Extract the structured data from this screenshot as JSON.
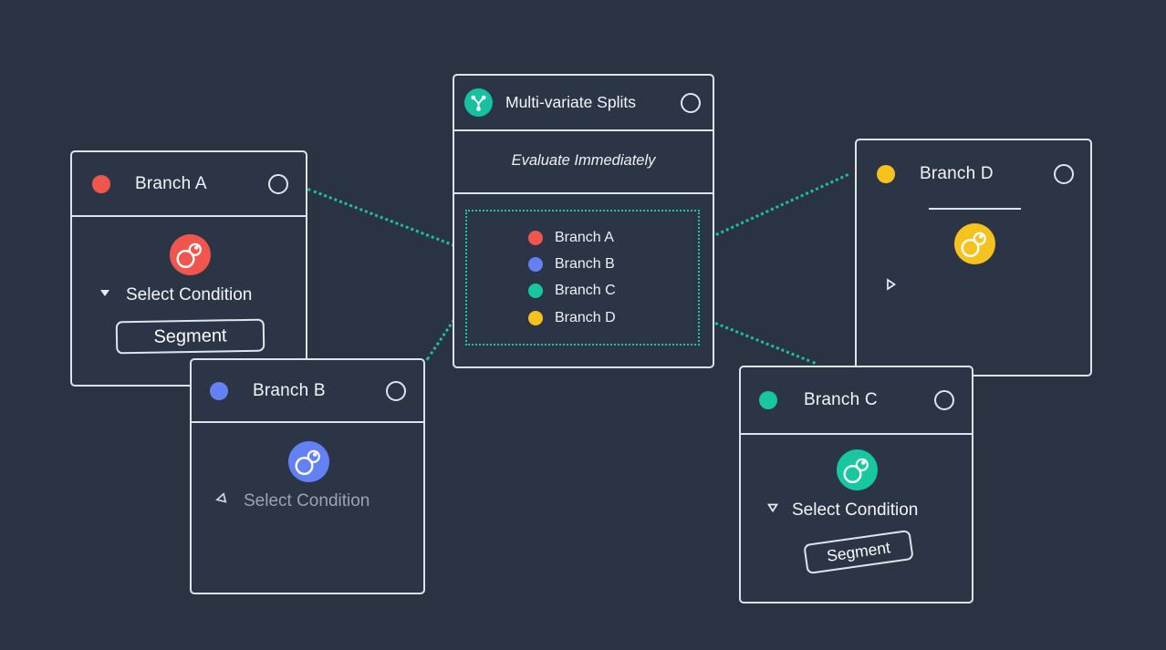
{
  "colors": {
    "background": "#2a3342",
    "card_background": "#2b3546",
    "card_border": "#dce3ec",
    "connector_dotted": "#1dbfa4",
    "branch_a": "#f0564e",
    "branch_b": "#6480f5",
    "branch_c": "#17c79f",
    "branch_d": "#f6c21e",
    "split_icon_background": "#17c0a0"
  },
  "icons": {
    "center_header": "split-branch-icon",
    "branch_body": "segment-circles-icon",
    "header_port": "connection-port-circle",
    "chevron_a": "chevron-down-filled",
    "chevron_b": "triangle-left-outline",
    "chevron_c": "triangle-down-outline",
    "chevron_d": "triangle-right-outline"
  },
  "center_node": {
    "title": "Multi-variate Splits",
    "evaluate_label": "Evaluate Immediately",
    "branches": [
      {
        "label": "Branch A"
      },
      {
        "label": "Branch B"
      },
      {
        "label": "Branch C"
      },
      {
        "label": "Branch D"
      }
    ]
  },
  "branch_nodes": {
    "a": {
      "title": "Branch A",
      "select_label": "Select Condition",
      "segment_label": "Segment"
    },
    "b": {
      "title": "Branch B",
      "select_label": "Select Condition"
    },
    "c": {
      "title": "Branch C",
      "select_label": "Select Condition",
      "segment_label": "Segment"
    },
    "d": {
      "title": "Branch D"
    }
  }
}
